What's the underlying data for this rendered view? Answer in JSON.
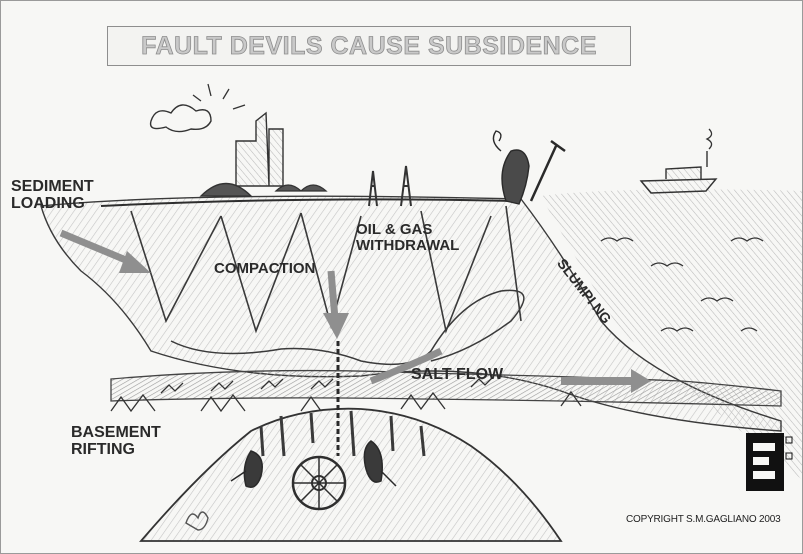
{
  "title": "FAULT DEVILS CAUSE SUBSIDENCE",
  "labels": {
    "sediment_loading": [
      "SEDIMENT",
      "LOADING"
    ],
    "compaction": "COMPACTION",
    "oil_gas_withdrawal": [
      "OIL & GAS",
      "WITHDRAWAL"
    ],
    "slumping": "SLUMPI NG",
    "salt_flow": "SALT FLOW",
    "basement_rifting": [
      "BASEMENT",
      "RIFTING"
    ]
  },
  "logo_text": "E",
  "copyright": "COPYRIGHT S.M.GAGLIANO 2003",
  "colors": {
    "sketch": "#333333",
    "arrow": "#8f8f8f",
    "background": "#f7f7f5",
    "title_fill": "#c9c9c9"
  }
}
